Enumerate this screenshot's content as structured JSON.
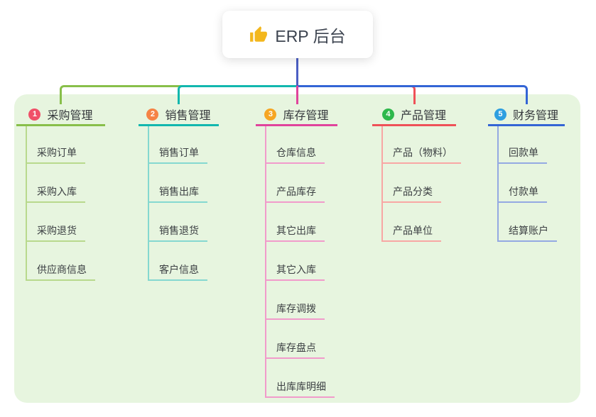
{
  "root": {
    "label": "ERP 后台",
    "icon": "thumbs-up-icon",
    "icon_color": "#f3b71d"
  },
  "panel_bg": "#e7f5df",
  "root_line_color": "#4c5fc4",
  "branches": [
    {
      "num": "1",
      "label": "采购管理",
      "badge_color": "#f05068",
      "line_color": "#88bf4a",
      "child_line_color": "#b8d98d",
      "children": [
        "采购订单",
        "采购入库",
        "采购退货",
        "供应商信息"
      ]
    },
    {
      "num": "2",
      "label": "销售管理",
      "badge_color": "#f58345",
      "line_color": "#12b7ae",
      "child_line_color": "#85d8d0",
      "children": [
        "销售订单",
        "销售出库",
        "销售退货",
        "客户信息"
      ]
    },
    {
      "num": "3",
      "label": "库存管理",
      "badge_color": "#f6a623",
      "line_color": "#e0449c",
      "child_line_color": "#f19bcb",
      "children": [
        "仓库信息",
        "产品库存",
        "其它出库",
        "其它入库",
        "库存调拨",
        "库存盘点",
        "出库库明细"
      ]
    },
    {
      "num": "4",
      "label": "产品管理",
      "badge_color": "#2eb84c",
      "line_color": "#ef5158",
      "child_line_color": "#f8a7a4",
      "children": [
        "产品（物料）",
        "产品分类",
        "产品单位"
      ]
    },
    {
      "num": "5",
      "label": "财务管理",
      "badge_color": "#2e9fe0",
      "line_color": "#3465d5",
      "child_line_color": "#94a9e2",
      "children": [
        "回款单",
        "付款单",
        "结算账户"
      ]
    }
  ]
}
